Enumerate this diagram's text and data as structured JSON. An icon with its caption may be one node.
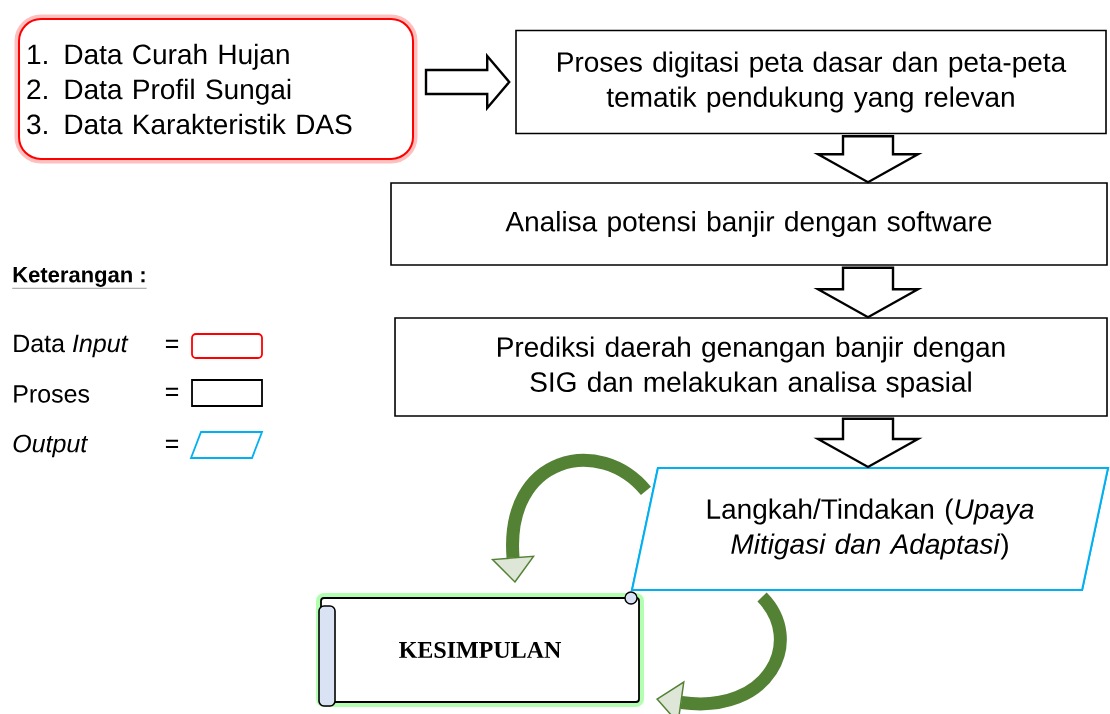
{
  "diagram": {
    "nodes": [
      {
        "text": [
          "1. Data Curah Hujan",
          "2. Data Profil Sungai",
          "3. Data Karakteristik DAS"
        ]
      },
      {
        "text": [
          "Proses digitasi peta dasar dan peta-peta tematik pendukung yang relevan"
        ]
      },
      {
        "text": [
          "Analisa potensi banjir dengan software"
        ]
      },
      {
        "text": [
          "Prediksi daerah genangan banjir dengan SIG dan melakukan analisa spasial"
        ]
      },
      {
        "text": [
          "Langkah/Tindakan (*Upaya Mitigasi dan Adaptasi*)"
        ]
      },
      {
        "text": [
          "KESIMPULAN"
        ]
      }
    ],
    "edges": [
      {
        "from": 0,
        "to": 1,
        "arrow": "to"
      },
      {
        "from": 1,
        "to": 2,
        "arrow": "to"
      },
      {
        "from": 2,
        "to": 3,
        "arrow": "to"
      },
      {
        "from": 3,
        "to": 4,
        "arrow": "to"
      },
      {
        "from": 4,
        "to": 5,
        "arrow": "to",
        "color": "#548235"
      },
      {
        "from": 4,
        "to": 5,
        "arrow": "to",
        "color": "#548235"
      }
    ],
    "labels": [
      "Keterangan :",
      "=",
      "=",
      "="
    ],
    "legend": [
      {
        "text": "Data *Input*"
      },
      {
        "text": "Proses"
      },
      {
        "text": "Output"
      }
    ]
  }
}
